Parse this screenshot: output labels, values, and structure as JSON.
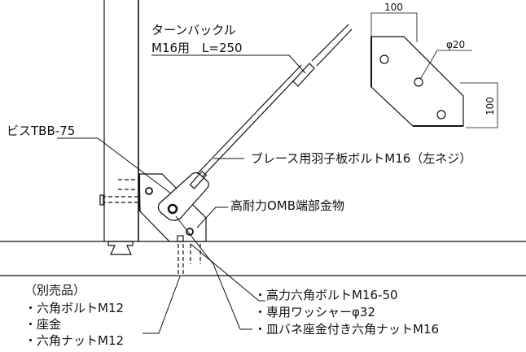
{
  "labels": {
    "turnbuckle_1": "ターンバックル",
    "turnbuckle_2": "M16用　L=250",
    "screw": "ビスTBB-75",
    "brace_bolt": "ブレース用羽子板ボルトM16（左ネジ）",
    "omb": "高耐力OMB端部金物",
    "sold_sep_title": "（別売品）",
    "sold_sep_1": "・六角ボルトM12",
    "sold_sep_2": "・座金",
    "sold_sep_3": "・六角ナットM12",
    "incl_1": "・高力六角ボルトM16-50",
    "incl_2": "・専用ワッシャーφ32",
    "incl_3": "・皿バネ座金付き六角ナットM16"
  },
  "detail": {
    "dim_width": "100",
    "dim_height": "100",
    "hole_dia": "φ20"
  }
}
